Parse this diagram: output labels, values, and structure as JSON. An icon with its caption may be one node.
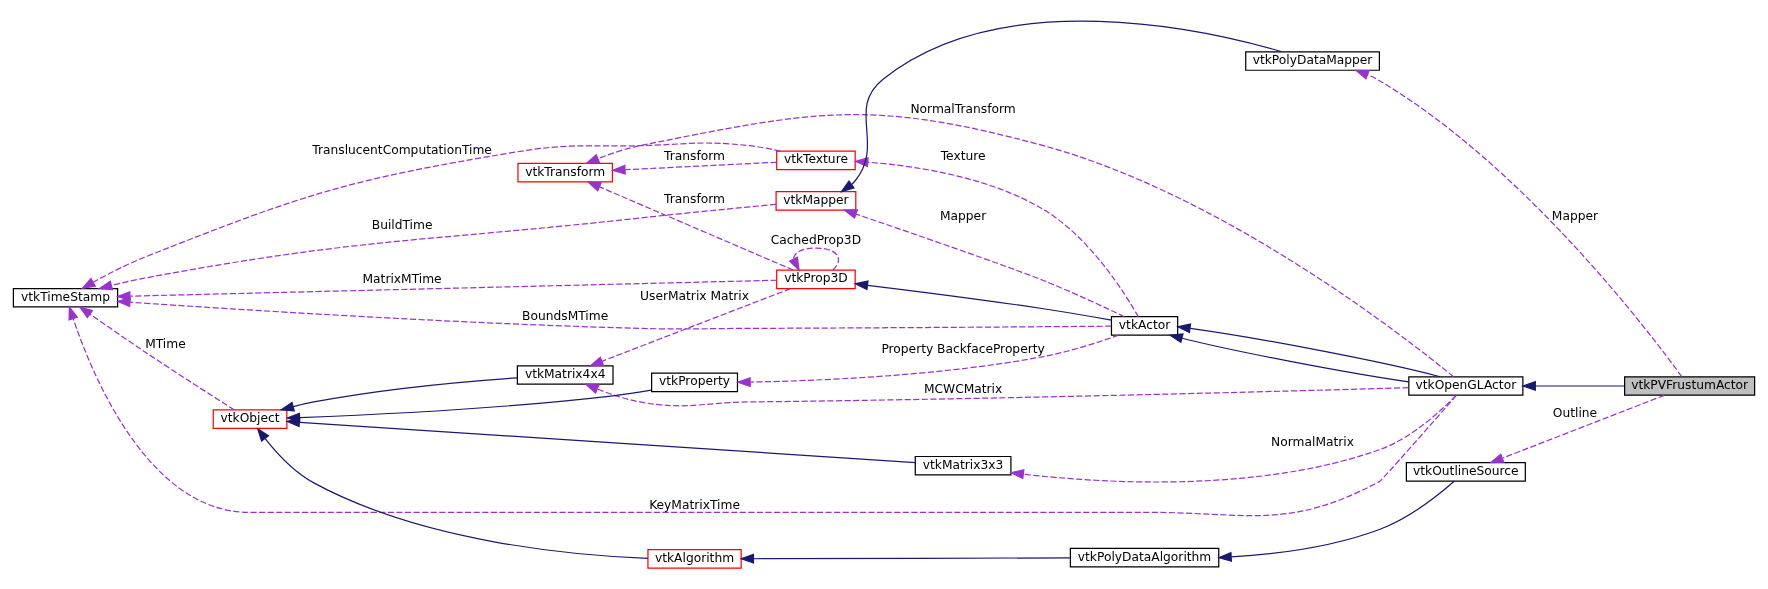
{
  "diagram": {
    "nodes": [
      {
        "text": [
          "vtkPVFrustumActor"
        ]
      },
      {
        "text": [
          "vtkOpenGLActor"
        ]
      },
      {
        "text": [
          "vtkActor"
        ]
      },
      {
        "text": [
          "vtkProp3D"
        ]
      },
      {
        "text": [
          "vtkObject"
        ]
      },
      {
        "text": [
          "vtkTimeStamp"
        ]
      },
      {
        "text": [
          "vtkMatrix4x4"
        ]
      },
      {
        "text": [
          "vtkTransform"
        ]
      },
      {
        "text": [
          "vtkProperty"
        ]
      },
      {
        "text": [
          "vtkTexture"
        ]
      },
      {
        "text": [
          "vtkMapper"
        ]
      },
      {
        "text": [
          "vtkAlgorithm"
        ]
      },
      {
        "text": [
          "vtkMatrix3x3"
        ]
      },
      {
        "text": [
          "vtkOutlineSource"
        ]
      },
      {
        "text": [
          "vtkPolyDataAlgorithm"
        ]
      },
      {
        "text": [
          "vtkPolyDataMapper"
        ]
      }
    ],
    "edges": [
      {
        "from": 0,
        "to": 1,
        "arrow": "to",
        "color": "#191970"
      },
      {
        "from": 1,
        "to": 2,
        "arrow": "to",
        "color": "#191970"
      },
      {
        "from": 1,
        "to": 2,
        "arrow": "to",
        "color": "#191970"
      },
      {
        "from": 2,
        "to": 3,
        "arrow": "to",
        "color": "#191970"
      },
      {
        "from": 12,
        "to": 4,
        "arrow": "to",
        "color": "#191970"
      },
      {
        "from": 8,
        "to": 4,
        "arrow": "to",
        "color": "#191970"
      },
      {
        "from": 6,
        "to": 4,
        "arrow": "to",
        "color": "#191970"
      },
      {
        "from": 11,
        "to": 4,
        "arrow": "to",
        "color": "#191970"
      },
      {
        "from": 14,
        "to": 11,
        "arrow": "to",
        "color": "#191970"
      },
      {
        "from": 13,
        "to": 14,
        "arrow": "to",
        "color": "#191970"
      },
      {
        "from": 15,
        "to": 10,
        "arrow": "to",
        "color": "#191970"
      },
      {
        "from": 1,
        "to": 5,
        "arrow": "to",
        "label": "KeyMatrixTime",
        "style": "dashed"
      },
      {
        "from": 1,
        "to": 12,
        "arrow": "to",
        "label": "NormalMatrix",
        "style": "dashed"
      },
      {
        "from": 1,
        "to": 6,
        "arrow": "to",
        "label": "MCWCMatrix",
        "style": "dashed"
      },
      {
        "from": 1,
        "to": 7,
        "arrow": "to",
        "label": "NormalTransform",
        "style": "dashed"
      },
      {
        "from": 4,
        "to": 5,
        "arrow": "to",
        "label": "MTime",
        "style": "dashed"
      },
      {
        "from": 2,
        "to": 8,
        "arrow": "to",
        "label": "Property BackfaceProperty",
        "style": "dashed"
      },
      {
        "from": 3,
        "to": 6,
        "arrow": "to",
        "label": "UserMatrix Matrix",
        "style": "dashed"
      },
      {
        "from": 3,
        "to": 3,
        "arrow": "to",
        "label": "CachedProp3D",
        "style": "dashed"
      },
      {
        "from": 3,
        "to": 5,
        "arrow": "to",
        "label": "MatrixMTime",
        "style": "dashed"
      },
      {
        "from": 2,
        "to": 5,
        "arrow": "to",
        "label": "BoundsMTime",
        "style": "dashed"
      },
      {
        "from": 3,
        "to": 7,
        "arrow": "to",
        "label": "Transform",
        "style": "dashed"
      },
      {
        "from": 2,
        "to": 9,
        "arrow": "to",
        "label": "Texture",
        "style": "dashed"
      },
      {
        "from": 9,
        "to": 7,
        "arrow": "to",
        "label": "Transform",
        "style": "dashed"
      },
      {
        "from": 9,
        "to": 5,
        "arrow": "to",
        "label": "TranslucentComputationTime",
        "style": "dashed"
      },
      {
        "from": 10,
        "to": 5,
        "arrow": "to",
        "label": "BuildTime",
        "style": "dashed"
      },
      {
        "from": 2,
        "to": 10,
        "arrow": "to",
        "label": "Mapper",
        "style": "dashed"
      },
      {
        "from": 0,
        "to": 13,
        "arrow": "to",
        "label": "Outline",
        "style": "dashed"
      },
      {
        "from": 0,
        "to": 15,
        "arrow": "to",
        "label": "Mapper",
        "style": "dashed"
      }
    ]
  }
}
